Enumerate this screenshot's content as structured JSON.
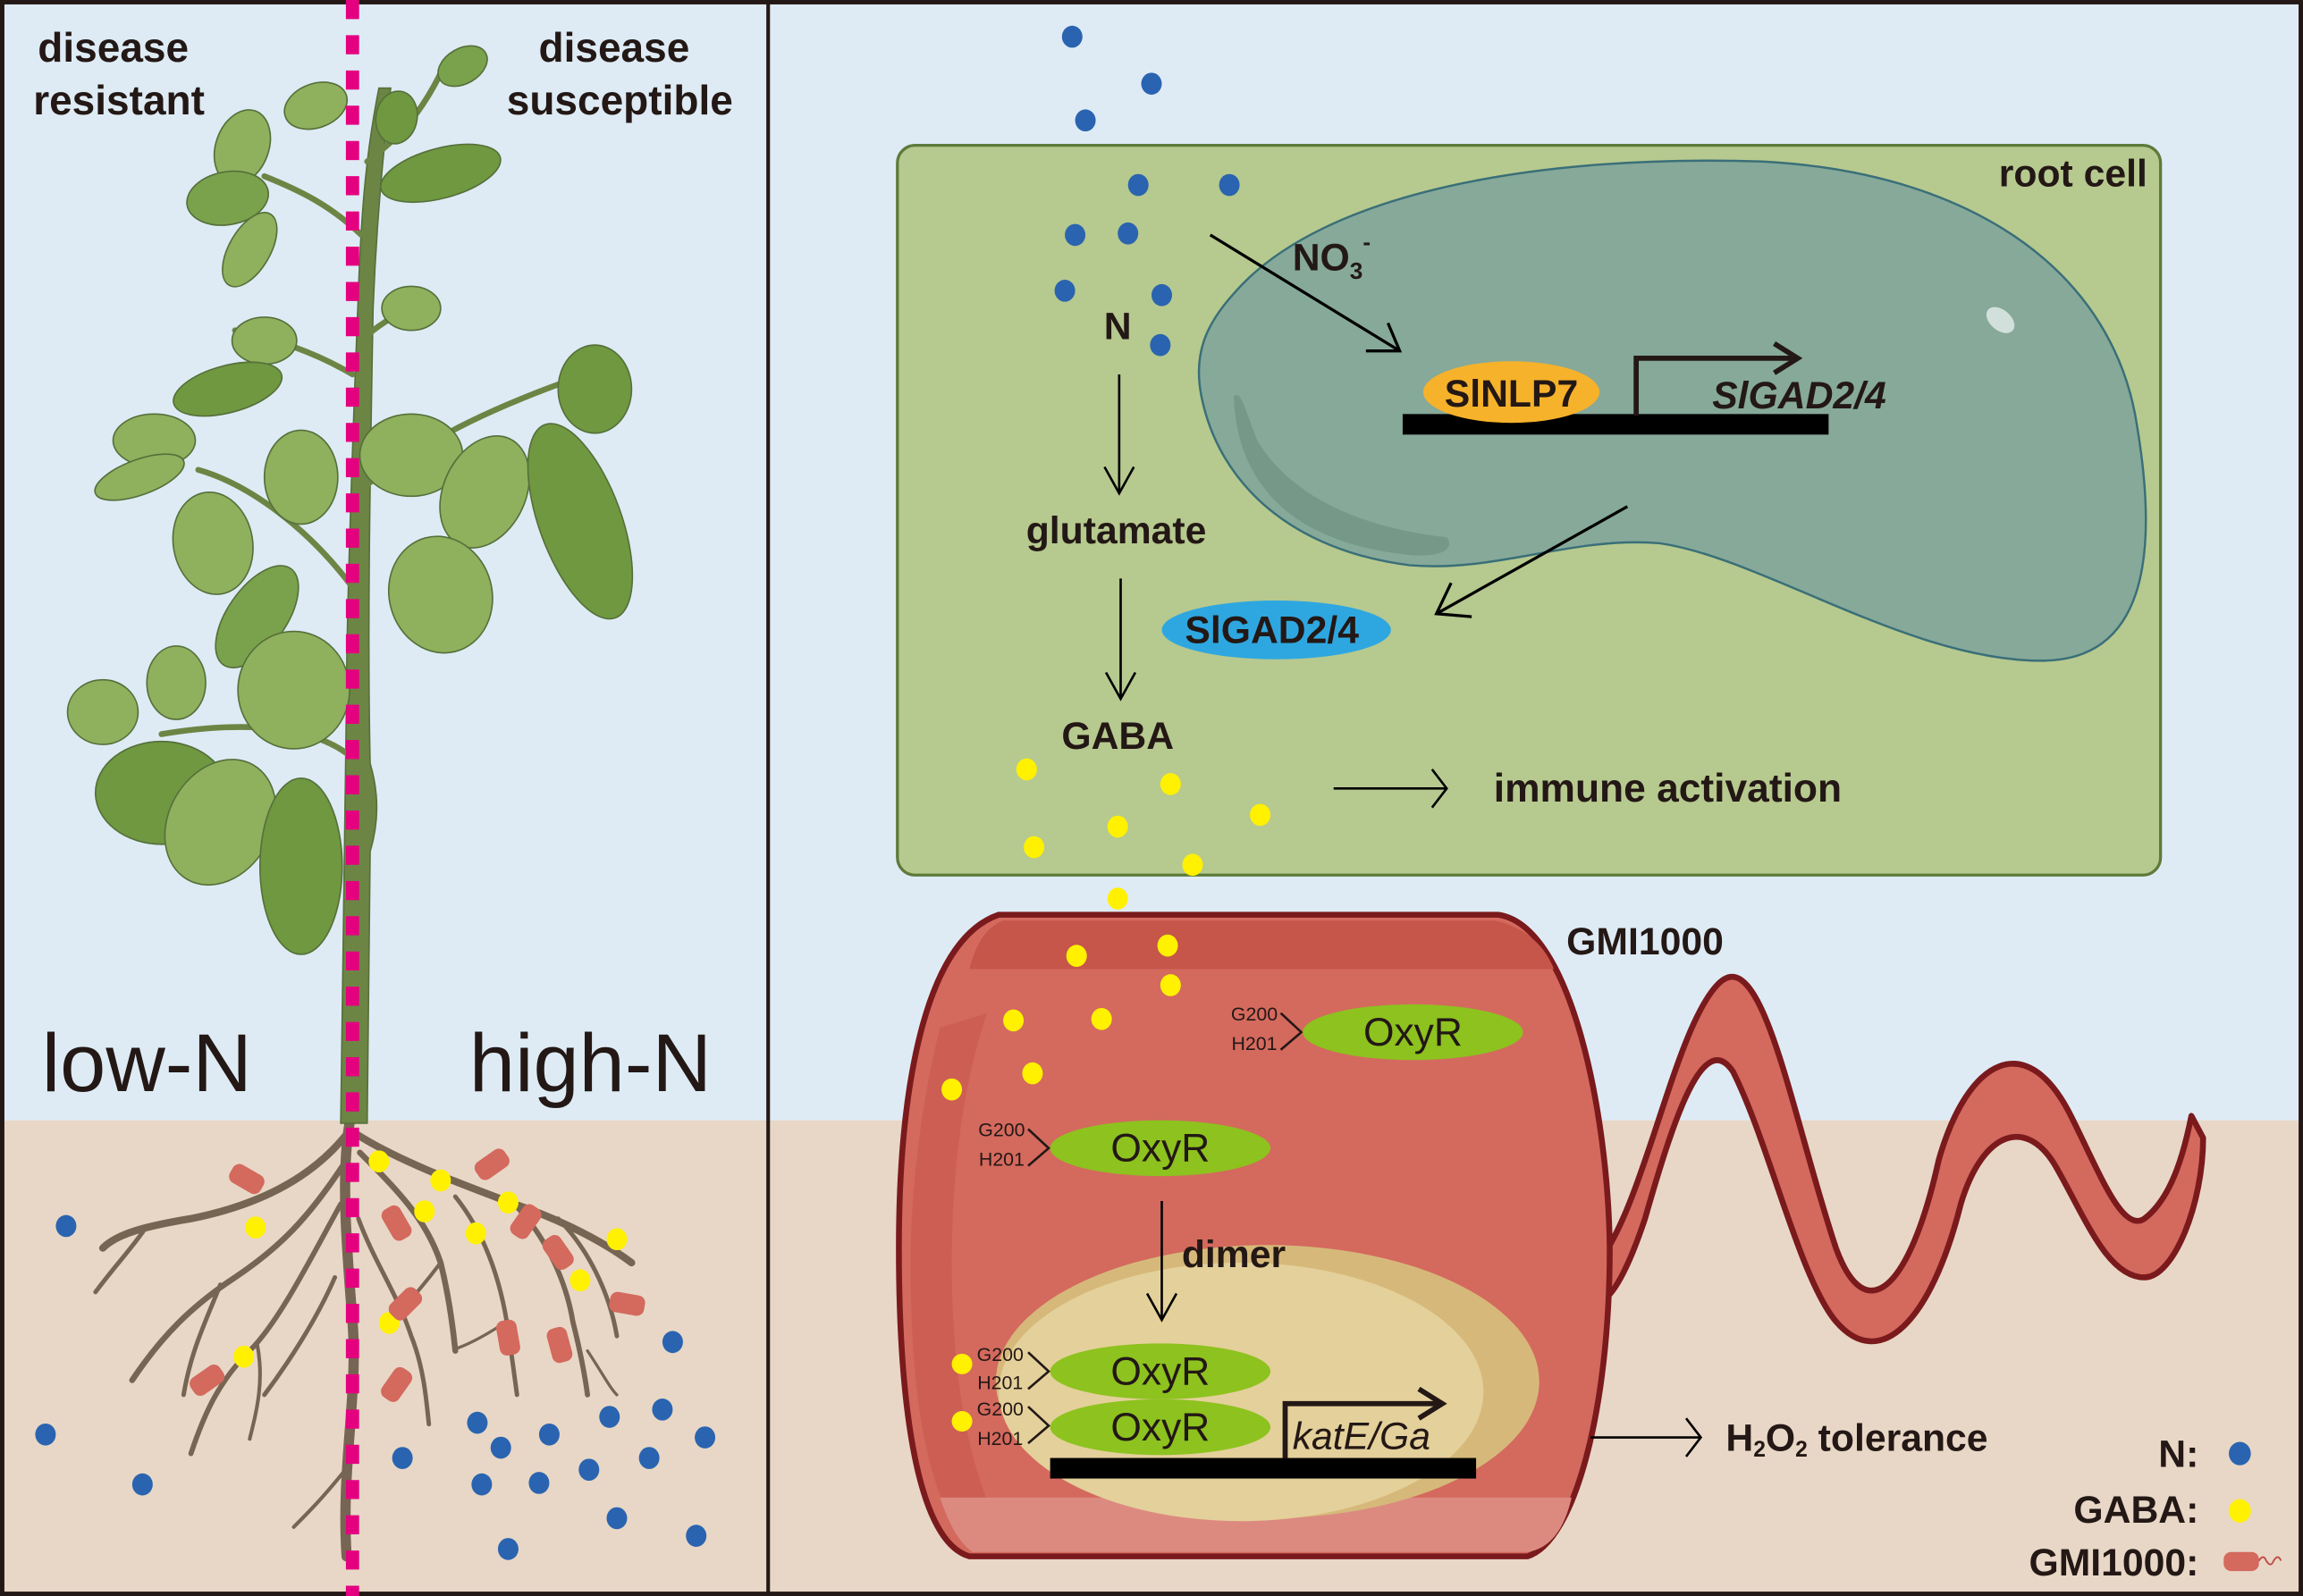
{
  "figure": {
    "type": "graphical-abstract",
    "left_panel": {
      "label_top_left": [
        "disease",
        "resistant"
      ],
      "label_top_right": [
        "disease",
        "susceptible"
      ],
      "label_low_n": "low-N",
      "label_high_n": "high-N",
      "divider_color": "#e4007f"
    },
    "right_panel": {
      "root_cell": {
        "title": "root cell",
        "n_label": "N",
        "no3_label": "NO",
        "no3_sub": "3",
        "no3_sup": "-",
        "glutamate_label": "glutamate",
        "gaba_label": "GABA",
        "immune_label": "immune activation",
        "tf_label": "SlNLP7",
        "gene_label": "SlGAD2/4",
        "enzyme_label": "SlGAD2/4"
      },
      "bacterium": {
        "title": "GMI1000",
        "oxyr_label": "OxyR",
        "residue_g": "G200",
        "residue_h": "H201",
        "dimer_label": "dimer",
        "gene_label": "katE/Ga",
        "outcome_prefix": "H",
        "outcome_sub1": "2",
        "outcome_mid": "O",
        "outcome_sub2": "2",
        "outcome_suffix": " tolerance"
      }
    },
    "legend": {
      "items": [
        {
          "label": "N:",
          "symbol": "blue-dot",
          "color": "#2a64b0"
        },
        {
          "label": "GABA:",
          "symbol": "yellow-dot",
          "color": "#fff100"
        },
        {
          "label": "GMI1000:",
          "symbol": "bacterium",
          "color": "#d4695e"
        }
      ]
    },
    "colors": {
      "sky": "#deebf5",
      "soil": "#e8d7c6",
      "root_cell_fill": "#b6c98f",
      "nucleus_fill": "#86a99a",
      "bacterium_fill": "#d4695e",
      "bacterium_outline": "#7a1a1c",
      "nucleoid_fill": "#e4d09a",
      "oxyr_fill": "#8dc21f",
      "nlp7_fill": "#f6b22a",
      "gad_fill": "#2ea7e0",
      "stem": "#6d8544",
      "root": "#766552"
    }
  }
}
